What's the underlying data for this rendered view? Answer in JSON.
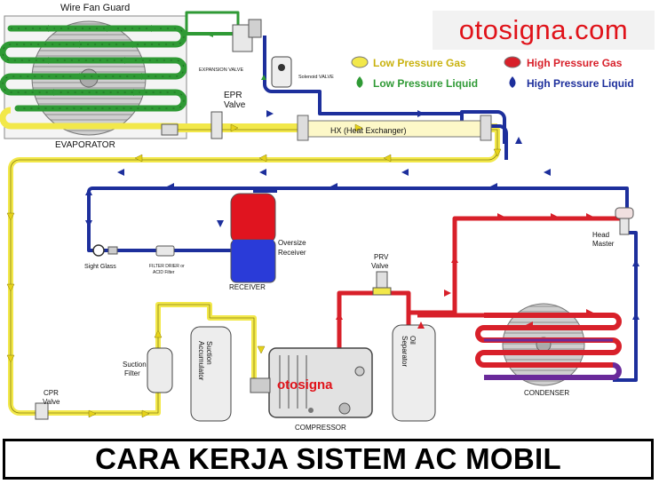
{
  "brand": "otosigna.com",
  "watermark": "otosigna",
  "banner_title": "CARA KERJA SISTEM AC MOBIL",
  "legend": {
    "low_gas": "Low Pressure Gas",
    "high_gas": "High Pressure Gas",
    "low_liquid": "Low Pressure Liquid",
    "high_liquid": "High Pressure Liquid"
  },
  "labels": {
    "wire_fan_guard": "Wire Fan Guard",
    "evaporator": "EVAPORATOR",
    "expansion_valve": "EXPANSION VALVE",
    "solenoid_valve": "Solenoid VALVE",
    "epr_valve_1": "EPR",
    "epr_valve_2": "Valve",
    "heat_exchanger": "HX (Heat Exchanger)",
    "sight_glass": "Sight Glass",
    "filter_drier_1": "FILTER DRIER or",
    "filter_drier_2": "ACID Filter",
    "receiver": "RECEIVER",
    "oversize_1": "Oversize",
    "oversize_2": "Receiver",
    "head_master_1": "Head",
    "head_master_2": "Master",
    "prv_1": "PRV",
    "prv_2": "Valve",
    "suction_filter_1": "Suction",
    "suction_filter_2": "Filter",
    "suction_acc_1": "Suction",
    "suction_acc_2": "Accumulator",
    "oil_sep_1": "Oil",
    "oil_sep_2": "Separator",
    "compressor": "COMPRESSOR",
    "condenser": "CONDENSER",
    "cpr_valve_1": "CPR",
    "cpr_valve_2": "Valve"
  },
  "colors": {
    "low_gas": "#f2e84a",
    "high_gas": "#d8202a",
    "low_liquid": "#2f9a35",
    "high_liquid": "#1d2f9c",
    "brand": "#e0131a"
  }
}
